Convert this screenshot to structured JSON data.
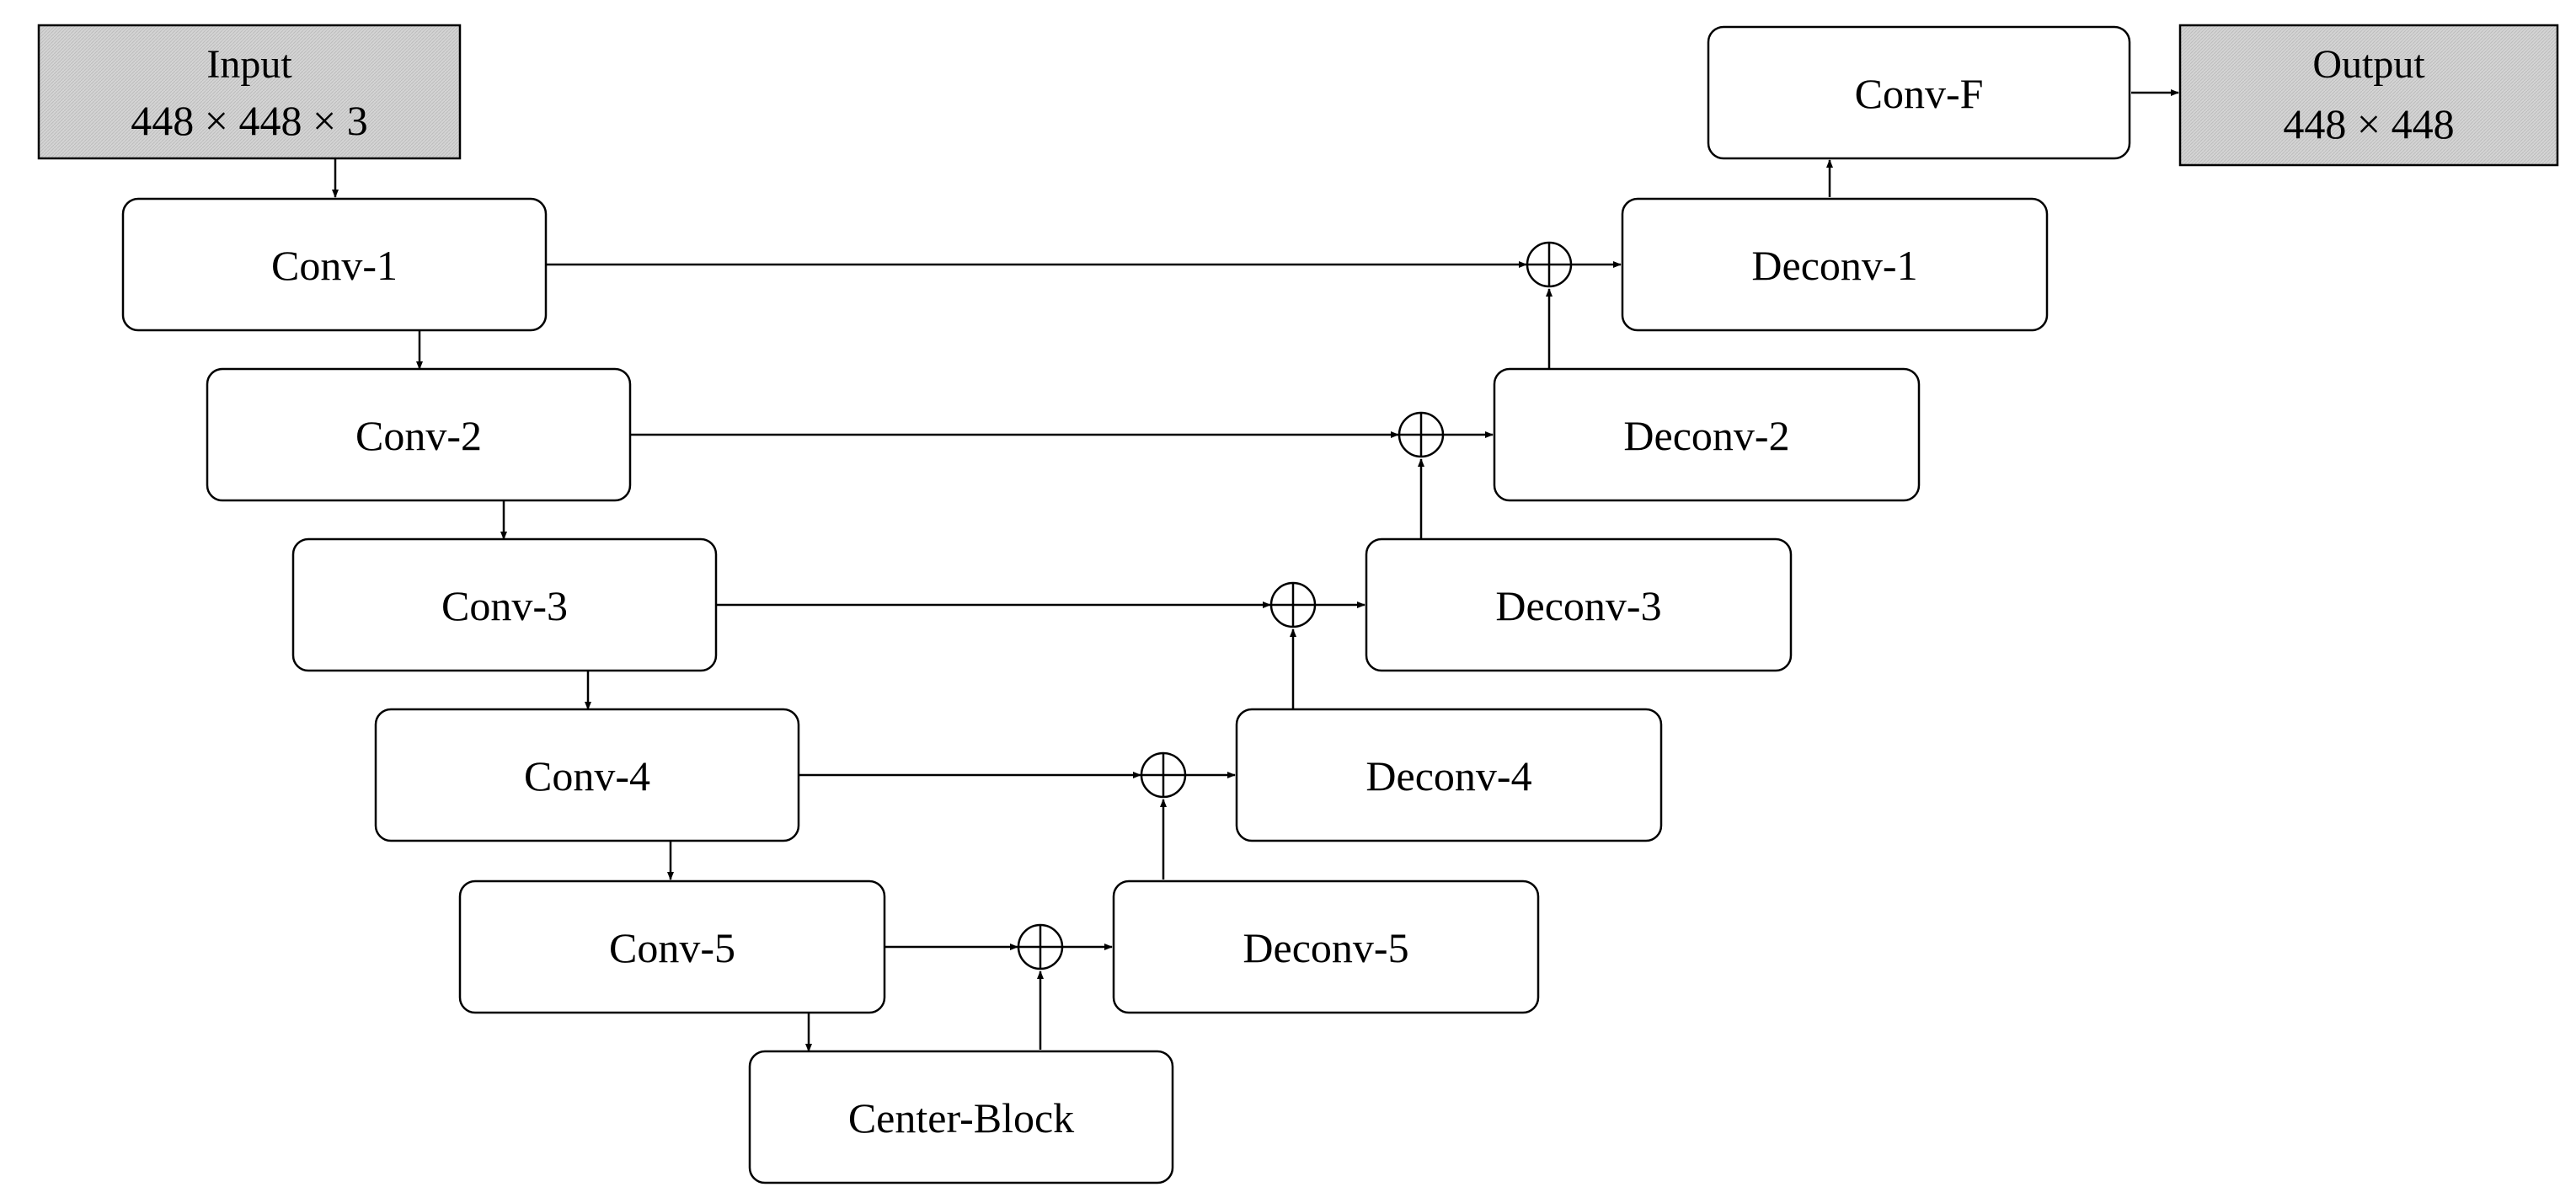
{
  "input": {
    "title": "Input",
    "dims": "448 × 448 × 3"
  },
  "output": {
    "title": "Output",
    "dims": "448 × 448"
  },
  "conv_final": "Conv-F",
  "encoder": [
    "Conv-1",
    "Conv-2",
    "Conv-3",
    "Conv-4",
    "Conv-5"
  ],
  "center": "Center-Block",
  "decoder": [
    "Deconv-1",
    "Deconv-2",
    "Deconv-3",
    "Deconv-4",
    "Deconv-5"
  ],
  "colors": {
    "io_fill": "#d4d4d4",
    "box_stroke": "#000000",
    "background": "#ffffff"
  }
}
